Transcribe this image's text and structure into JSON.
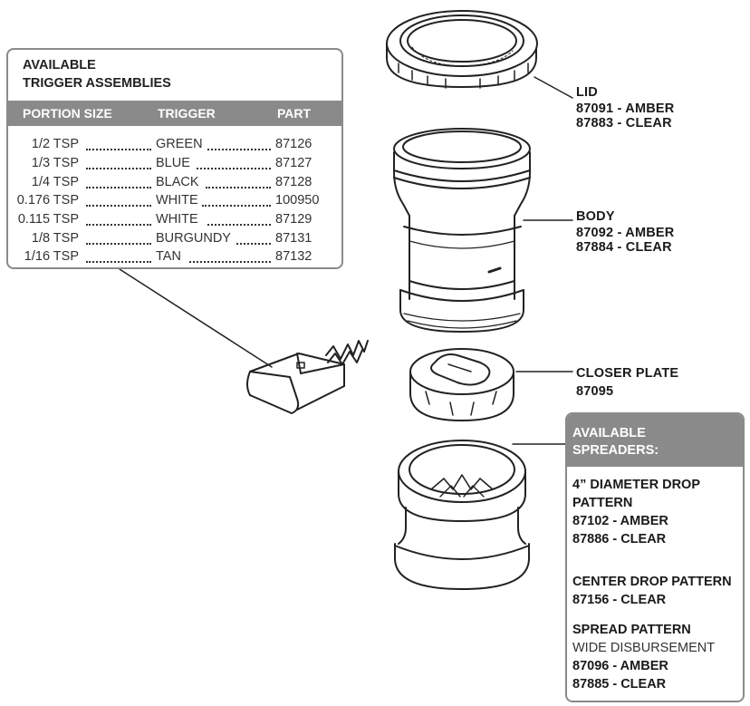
{
  "trigger_table": {
    "title_line1": "AVAILABLE",
    "title_line2": "TRIGGER ASSEMBLIES",
    "headers": {
      "portion_size": "PORTION SIZE",
      "trigger": "TRIGGER",
      "part": "PART"
    },
    "rows": [
      {
        "size": "1/2 TSP",
        "trigger": "GREEN",
        "part": "87126"
      },
      {
        "size": "1/3 TSP",
        "trigger": "BLUE",
        "part": "87127"
      },
      {
        "size": "1/4 TSP",
        "trigger": "BLACK",
        "part": "87128"
      },
      {
        "size": "0.176 TSP",
        "trigger": "WHITE",
        "part": "100950"
      },
      {
        "size": "0.115 TSP",
        "trigger": "WHITE",
        "part": "87129"
      },
      {
        "size": "1/8 TSP",
        "trigger": "BURGUNDY",
        "part": "87131"
      },
      {
        "size": "1/16 TSP",
        "trigger": "TAN",
        "part": "87132"
      }
    ]
  },
  "labels": {
    "lid": {
      "name": "LID",
      "line1": "87091 - AMBER",
      "line2": "87883 - CLEAR"
    },
    "body": {
      "name": "BODY",
      "line1": "87092 - AMBER",
      "line2": "87884 - CLEAR"
    },
    "closer_plate": {
      "name": "CLOSER PLATE",
      "line1": "87095"
    }
  },
  "spreaders": {
    "title_line1": "AVAILABLE",
    "title_line2": "SPREADERS:",
    "drop_4in": {
      "line1": "4” DIAMETER DROP",
      "line2": "PATTERN",
      "line3": "87102 - AMBER",
      "line4": "87886 - CLEAR"
    },
    "center_drop": {
      "line1": "CENTER DROP PATTERN",
      "line2": "87156 - CLEAR"
    },
    "spread": {
      "line1": "SPREAD PATTERN",
      "line2": "WIDE DISBURSEMENT",
      "line3": "87096 - AMBER",
      "line4": "87885 - CLEAR"
    }
  },
  "colors": {
    "panel_gray": "#8a8a8a",
    "line": "#222222"
  }
}
